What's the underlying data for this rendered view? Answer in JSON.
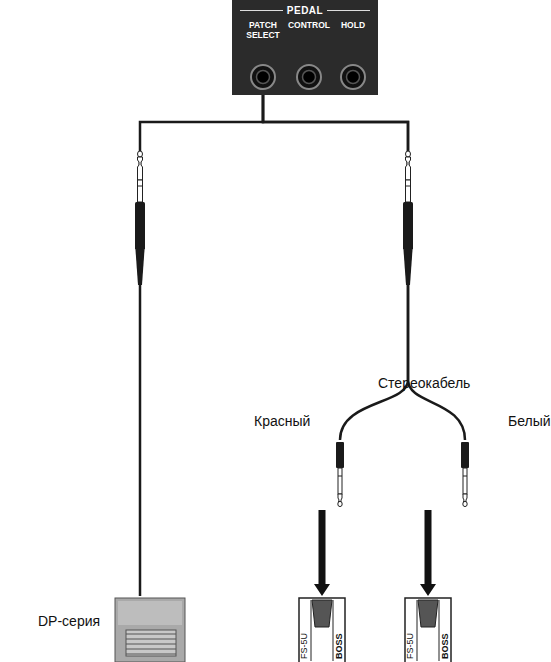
{
  "diagram": {
    "nodes": [
      {
        "text": [
          "PEDAL"
        ]
      },
      {
        "text": [
          "PATCH SELECT"
        ],
        "in": 0
      },
      {
        "text": [
          "CONTROL"
        ],
        "in": 0
      },
      {
        "text": [
          "HOLD"
        ],
        "in": 0
      },
      {
        "text": [
          "DP-серия"
        ]
      },
      {
        "text": [
          "FS-5U",
          "BOSS"
        ]
      },
      {
        "text": [
          "FS-5U",
          "BOSS"
        ]
      }
    ],
    "edges": [
      {
        "from": 1,
        "to": 4,
        "arrow": "none"
      },
      {
        "from": 1,
        "to": 5,
        "arrow": "to"
      },
      {
        "from": 1,
        "to": 6,
        "arrow": "to"
      }
    ],
    "labels": [
      "Стереокабель",
      "Красный",
      "Белый"
    ]
  }
}
